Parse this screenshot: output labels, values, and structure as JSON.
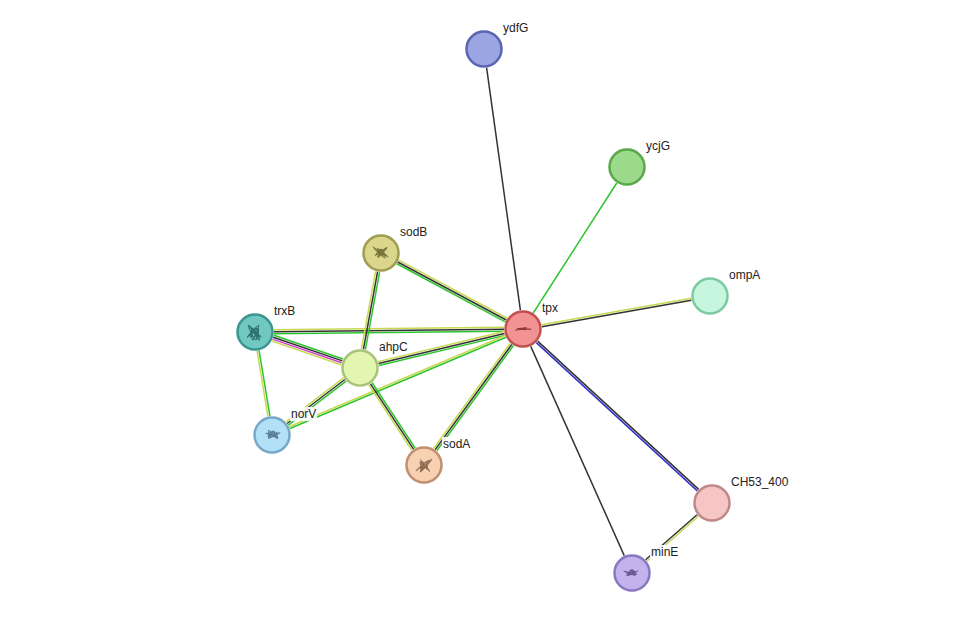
{
  "diagram": {
    "nodes": [
      {
        "text": [
          "ydfG"
        ]
      },
      {
        "text": [
          "ycjG"
        ]
      },
      {
        "text": [
          "sodB"
        ]
      },
      {
        "text": [
          "ompA"
        ]
      },
      {
        "text": [
          "trxB"
        ]
      },
      {
        "text": [
          "tpx"
        ]
      },
      {
        "text": [
          "ahpC"
        ]
      },
      {
        "text": [
          "norV"
        ]
      },
      {
        "text": [
          "sodA"
        ]
      },
      {
        "text": [
          "CH53_400"
        ]
      },
      {
        "text": [
          "minE"
        ]
      }
    ],
    "edges": [
      {
        "from": 5,
        "to": 0,
        "arrow": "none"
      },
      {
        "from": 5,
        "to": 1,
        "arrow": "none"
      },
      {
        "from": 5,
        "to": 3,
        "arrow": "none"
      },
      {
        "from": 5,
        "to": 2,
        "arrow": "none"
      },
      {
        "from": 5,
        "to": 4,
        "arrow": "none"
      },
      {
        "from": 5,
        "to": 6,
        "arrow": "none"
      },
      {
        "from": 5,
        "to": 7,
        "arrow": "none"
      },
      {
        "from": 5,
        "to": 8,
        "arrow": "none"
      },
      {
        "from": 5,
        "to": 9,
        "arrow": "none"
      },
      {
        "from": 5,
        "to": 10,
        "arrow": "none"
      },
      {
        "from": 9,
        "to": 10,
        "arrow": "none"
      },
      {
        "from": 2,
        "to": 6,
        "arrow": "none"
      },
      {
        "from": 4,
        "to": 6,
        "arrow": "none"
      },
      {
        "from": 4,
        "to": 7,
        "arrow": "none"
      },
      {
        "from": 6,
        "to": 7,
        "arrow": "none"
      },
      {
        "from": 6,
        "to": 8,
        "arrow": "none"
      }
    ]
  }
}
